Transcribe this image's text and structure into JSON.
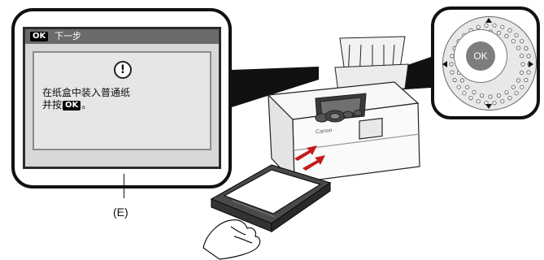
{
  "lcd": {
    "header_ok": "OK",
    "header_text": "下一步",
    "warning_symbol": "!",
    "message_line1": "在纸盒中装入普通纸",
    "message_line2_prefix": "并按",
    "message_line2_ok": "OK",
    "message_line2_suffix": "。"
  },
  "callout_label": "(E)",
  "control_pad": {
    "ok_label": "OK"
  },
  "printer": {
    "brand": "Canon"
  },
  "icons": [
    "warning-icon",
    "insert-arrows-icon",
    "arrow-up-icon",
    "arrow-down-icon",
    "arrow-left-icon",
    "arrow-right-icon"
  ]
}
